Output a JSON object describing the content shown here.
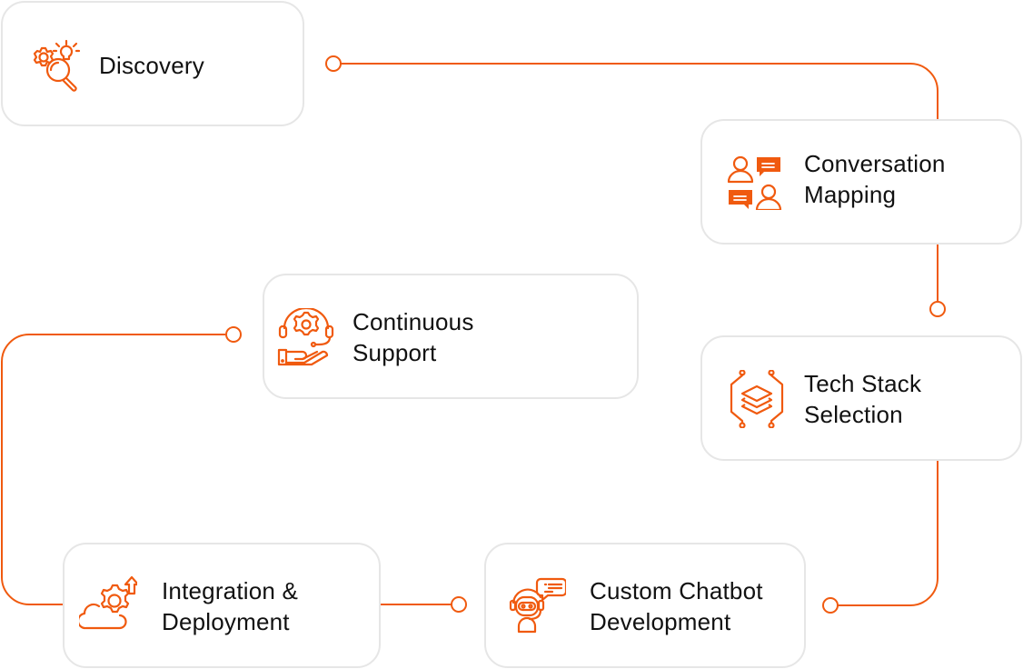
{
  "accent_color": "#f05a0f",
  "steps": [
    {
      "id": "discovery",
      "icon": "gears-magnifier-bulb-icon",
      "lines": [
        "Discovery"
      ]
    },
    {
      "id": "conversation",
      "icon": "people-chat-icon",
      "lines": [
        "Conversation",
        "Mapping"
      ]
    },
    {
      "id": "techstack",
      "icon": "layers-circuit-icon",
      "lines": [
        "Tech Stack",
        "Selection"
      ]
    },
    {
      "id": "chatbot",
      "icon": "robot-chat-icon",
      "lines": [
        "Custom Chatbot",
        "Development"
      ]
    },
    {
      "id": "integration",
      "icon": "cloud-gear-upload-icon",
      "lines": [
        "Integration &",
        "Deployment"
      ]
    },
    {
      "id": "support",
      "icon": "hand-gear-headset-icon",
      "lines": [
        "Continuous",
        "Support"
      ]
    }
  ]
}
